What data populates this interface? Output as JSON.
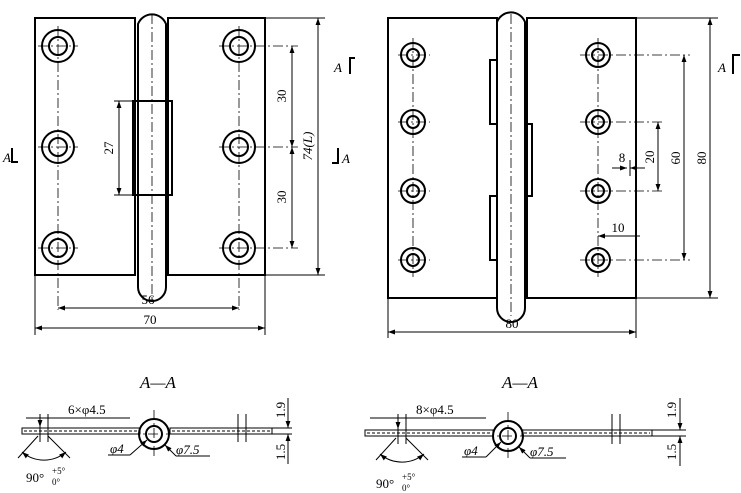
{
  "colors": {
    "ink": "#000000",
    "paper": "#ffffff"
  },
  "left_view": {
    "dim_27": "27",
    "dim_30_top": "30",
    "dim_30_bottom": "30",
    "dim_74": "74(L)",
    "dim_56": "56",
    "dim_70": "70",
    "marker_letter": "A"
  },
  "right_view": {
    "dim_8": "8",
    "dim_20": "20",
    "dim_60": "60",
    "dim_80_height": "80",
    "dim_10": "10",
    "dim_80_width": "80",
    "marker_letter": "A"
  },
  "left_section": {
    "title": "A—A",
    "holes": "6×φ4.5",
    "pin_dia": "φ4",
    "knuckle_dia": "φ7.5",
    "thickness_top": "1.9",
    "thickness_bottom": "1.5",
    "angle": "90°",
    "tol_upper": "+5°",
    "tol_lower": "0°"
  },
  "right_section": {
    "title": "A—A",
    "holes": "8×φ4.5",
    "pin_dia": "φ4",
    "knuckle_dia": "φ7.5",
    "thickness_top": "1.9",
    "thickness_bottom": "1.5",
    "angle": "90°",
    "tol_upper": "+5°",
    "tol_lower": "0°"
  }
}
